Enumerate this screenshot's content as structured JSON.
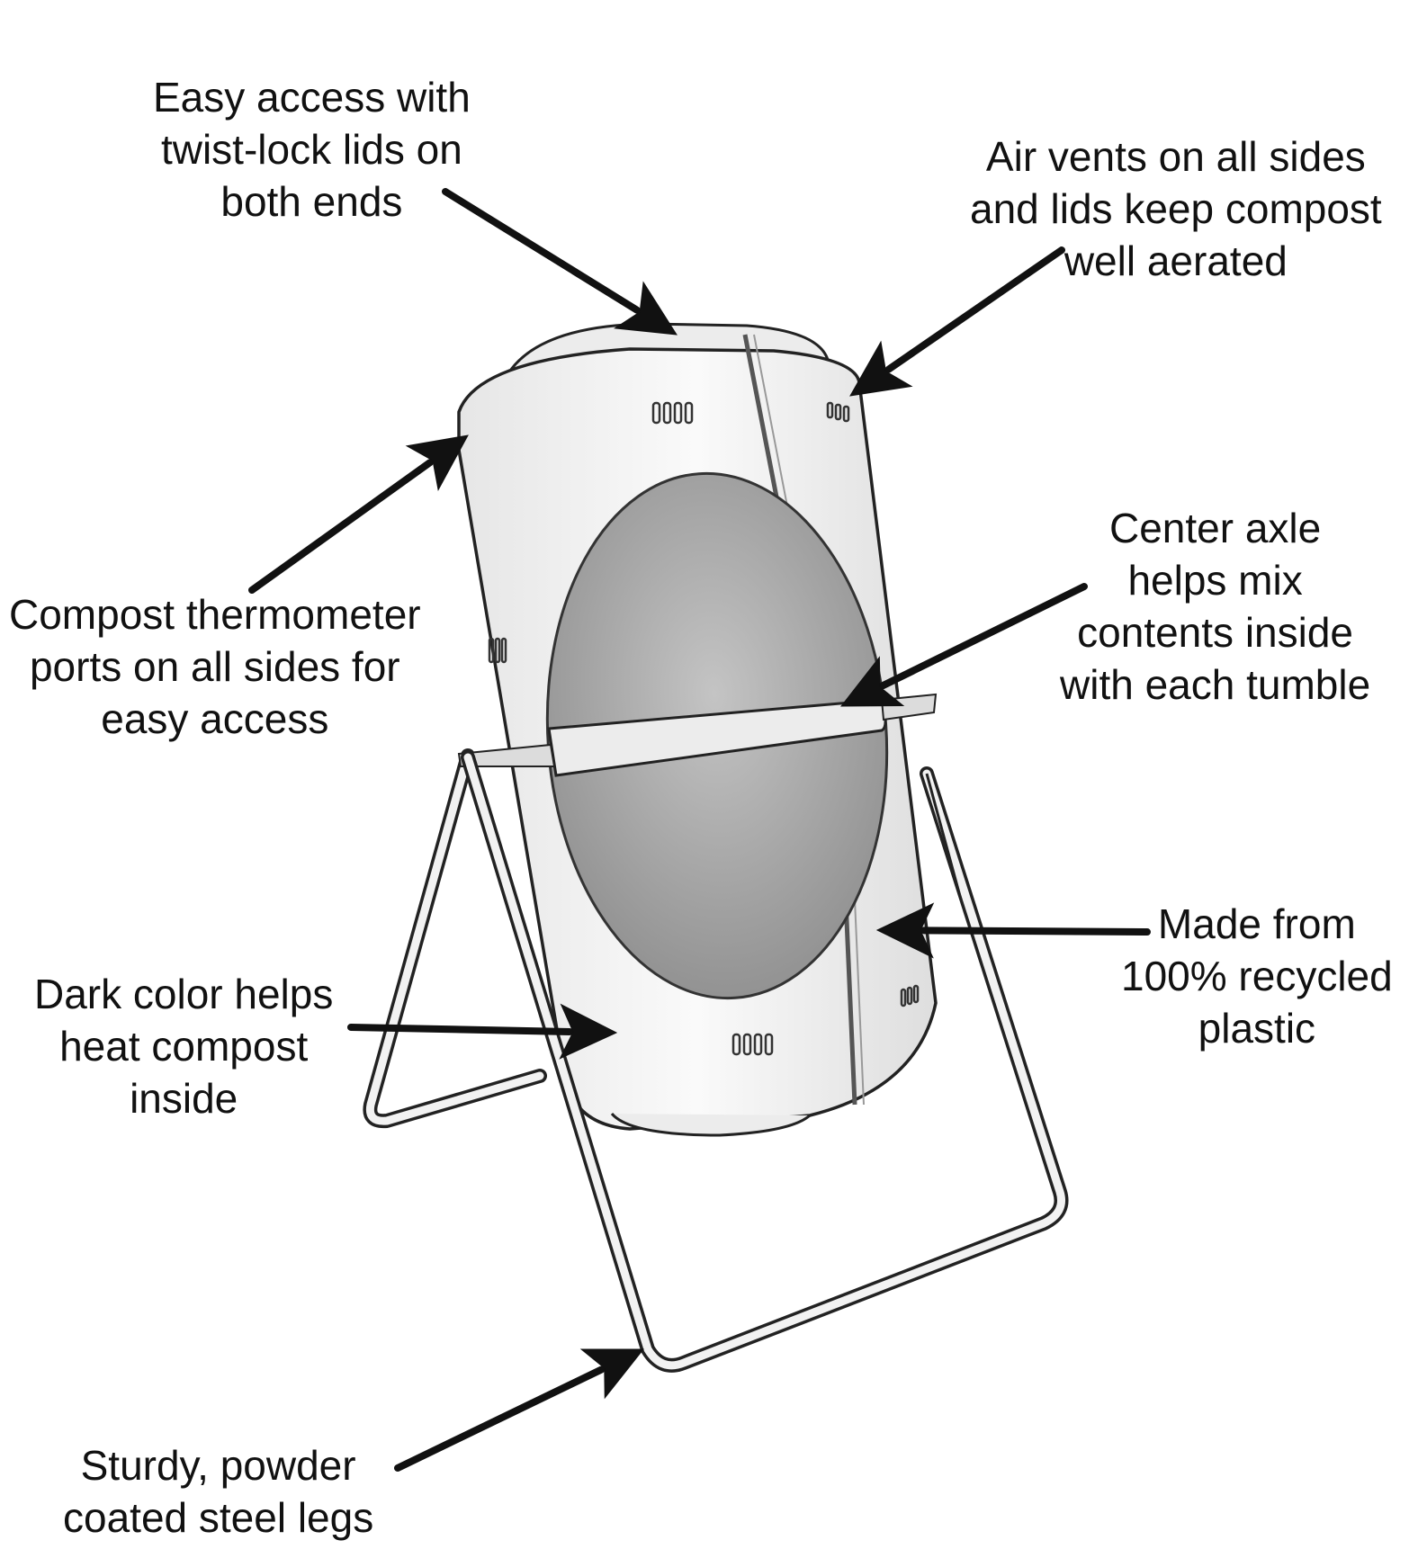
{
  "colors": {
    "ink": "#111111",
    "outline": "#222222",
    "body_fill": "#f4f4f4",
    "window_fill": "#a9a9a9",
    "band_fill": "#ececec"
  },
  "callouts": {
    "lids": {
      "lines": [
        "Easy access with",
        "twist-lock lids on",
        "both ends"
      ]
    },
    "vents": {
      "lines": [
        "Air vents on all sides",
        "and lids keep compost",
        "well aerated"
      ]
    },
    "thermometer": {
      "lines": [
        "Compost thermometer",
        "ports on all sides for",
        "easy access"
      ]
    },
    "axle": {
      "lines": [
        "Center axle",
        "helps mix",
        "contents inside",
        "with each tumble"
      ]
    },
    "recycled": {
      "lines": [
        "Made from",
        "100% recycled",
        "plastic"
      ]
    },
    "dark_color": {
      "lines": [
        "Dark color helps",
        "heat compost",
        "inside"
      ]
    },
    "legs": {
      "lines": [
        "Sturdy, powder",
        "coated steel legs"
      ]
    }
  }
}
